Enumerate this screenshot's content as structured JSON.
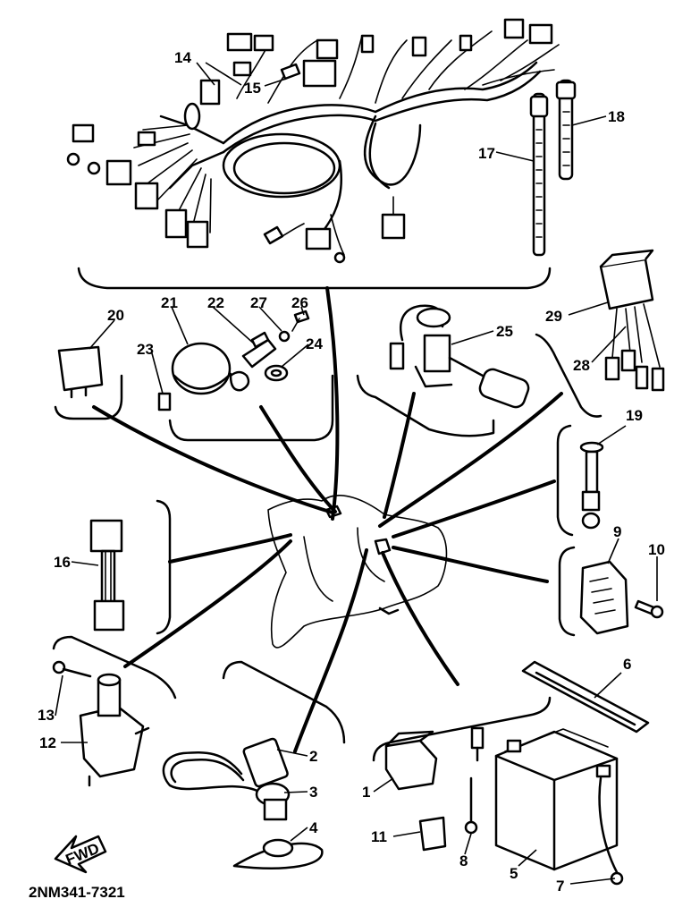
{
  "diagram_code": "2NM341-7321",
  "fwd_label": "FWD",
  "callouts": [
    "1",
    "2",
    "3",
    "4",
    "5",
    "6",
    "7",
    "8",
    "9",
    "10",
    "11",
    "12",
    "13",
    "14",
    "15",
    "16",
    "17",
    "18",
    "19",
    "20",
    "21",
    "22",
    "23",
    "24",
    "25",
    "26",
    "27",
    "28",
    "29"
  ]
}
